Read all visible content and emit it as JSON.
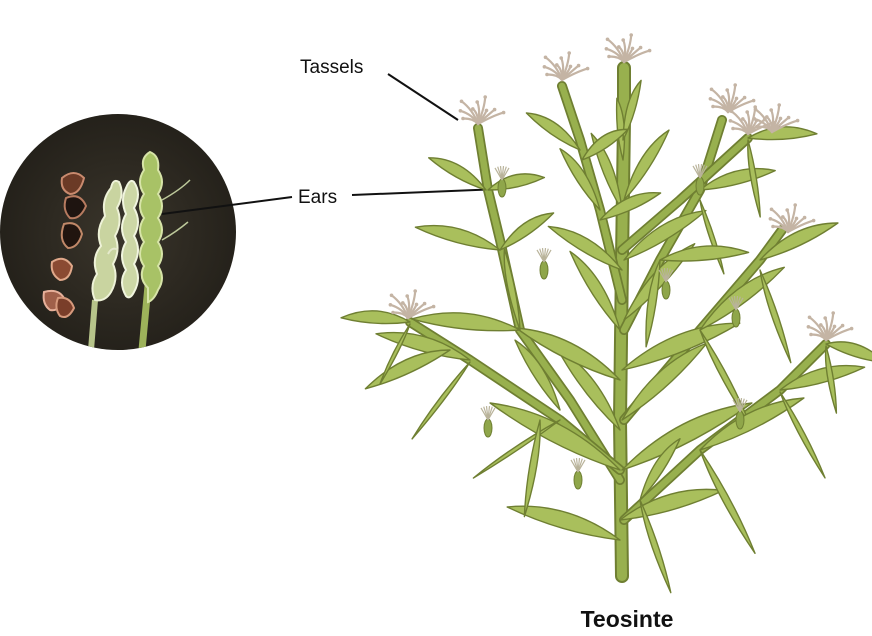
{
  "labels": {
    "tassels": "Tassels",
    "ears": "Ears",
    "title": "Teosinte"
  },
  "colors": {
    "leaf_fill": "#a9bf5c",
    "leaf_stroke": "#6f7f32",
    "stem": "#98b04e",
    "tassel": "#c4b4a4",
    "photo_background": "#2d2a22"
  }
}
